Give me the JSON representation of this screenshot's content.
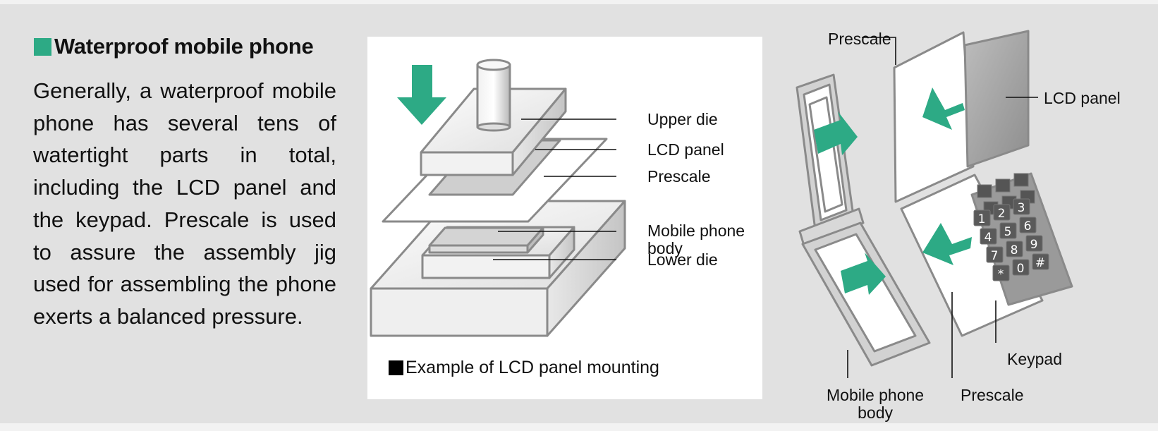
{
  "heading": "Waterproof mobile phone",
  "description": "Generally, a waterproof mobile phone has several tens of watertight parts in total, including the LCD panel and the keypad. Prescale is used to assure the assembly jig used for assembling the phone exerts a balanced pressure.",
  "colors": {
    "accent": "#2daa85",
    "panel_bg": "#e1e1e1",
    "figure_bg": "#ffffff",
    "outline": "#8a8a8a"
  },
  "press_figure": {
    "caption": "Example of LCD panel mounting",
    "labels": {
      "upper_die": "Upper die",
      "lcd_panel": "LCD panel",
      "prescale": "Prescale",
      "mobile_phone_body": "Mobile phone\nbody",
      "lower_die": "Lower die"
    }
  },
  "phone_figure": {
    "labels": {
      "prescale_top": "Prescale",
      "lcd_panel": "LCD panel",
      "keypad": "Keypad",
      "mobile_phone_body": "Mobile phone\nbody",
      "prescale_bottom": "Prescale"
    },
    "keypad_keys": [
      "1",
      "2",
      "3",
      "4",
      "5",
      "6",
      "7",
      "8",
      "9",
      "*",
      "0",
      "#"
    ]
  }
}
